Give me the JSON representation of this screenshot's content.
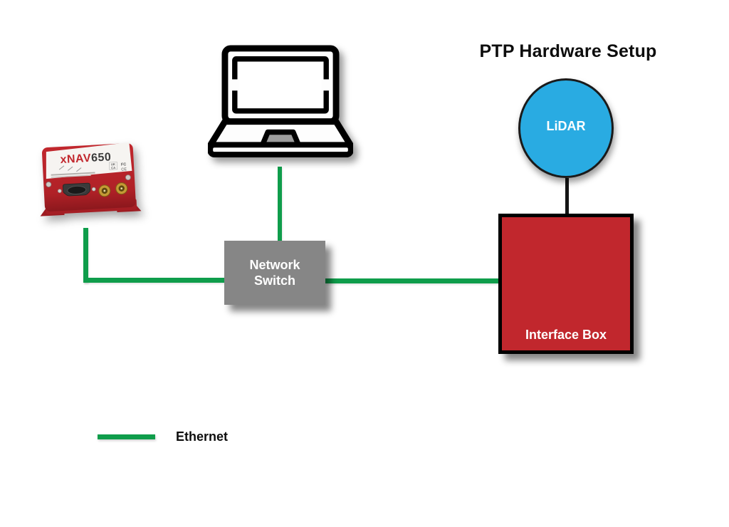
{
  "title": "PTP Hardware Setup",
  "diagram": {
    "nodes": {
      "laptop": {
        "icon": "laptop-icon"
      },
      "xnav650": {
        "model_prefix": "xNAV",
        "model_number": "650",
        "marks": {
          "uk": "UK",
          "ca": "CA",
          "fcc": "FC",
          "ce": "CE"
        }
      },
      "network_switch": {
        "label": "Network Switch",
        "color": "#868686"
      },
      "lidar": {
        "label": "LiDAR",
        "color": "#29ABE2"
      },
      "interface_box": {
        "label": "Interface Box",
        "color": "#C1272D"
      }
    },
    "connections": [
      {
        "from": "laptop",
        "to": "network_switch",
        "medium": "ethernet",
        "color": "#0F9D4B"
      },
      {
        "from": "xnav650",
        "to": "network_switch",
        "medium": "ethernet",
        "color": "#0F9D4B"
      },
      {
        "from": "network_switch",
        "to": "interface_box",
        "medium": "ethernet",
        "color": "#0F9D4B"
      },
      {
        "from": "lidar",
        "to": "interface_box",
        "medium": "cable",
        "color": "#141414"
      }
    ]
  },
  "legend": {
    "items": [
      {
        "swatch": "line",
        "color": "#0F9D4B",
        "label": "Ethernet"
      }
    ]
  },
  "colors": {
    "background": "#FFFFFF",
    "ethernet_green": "#0F9D4B",
    "lidar_blue": "#29ABE2",
    "device_red": "#C1272D",
    "switch_gray": "#868686",
    "text": "#0D0D0D"
  }
}
